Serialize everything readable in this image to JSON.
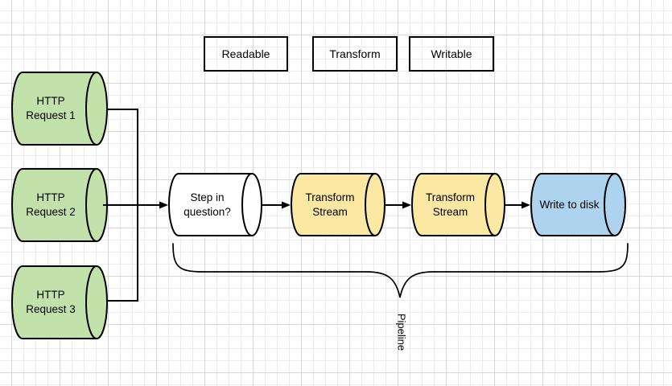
{
  "palette": {
    "readable": "#c3e2ab",
    "transform": "#fbe8a3",
    "writable": "#aed3ee",
    "neutral": "#ffffff",
    "stroke": "#000000"
  },
  "legend": {
    "items": [
      {
        "label": "Readable",
        "type": "readable"
      },
      {
        "label": "Transform",
        "type": "transform"
      },
      {
        "label": "Writable",
        "type": "writable"
      }
    ]
  },
  "nodes": [
    {
      "id": "http-request-1",
      "label": "HTTP\nRequest 1",
      "type": "readable"
    },
    {
      "id": "http-request-2",
      "label": "HTTP\nRequest 2",
      "type": "readable"
    },
    {
      "id": "http-request-3",
      "label": "HTTP\nRequest 3",
      "type": "readable"
    },
    {
      "id": "step-in-question",
      "label": "Step in\nquestion?",
      "type": "neutral"
    },
    {
      "id": "transform-stream-1",
      "label": "Transform\nStream",
      "type": "transform"
    },
    {
      "id": "transform-stream-2",
      "label": "Transform\nStream",
      "type": "transform"
    },
    {
      "id": "write-to-disk",
      "label": "Write to disk",
      "type": "writable"
    }
  ],
  "annotations": {
    "pipeline_label": "Pipeline"
  }
}
